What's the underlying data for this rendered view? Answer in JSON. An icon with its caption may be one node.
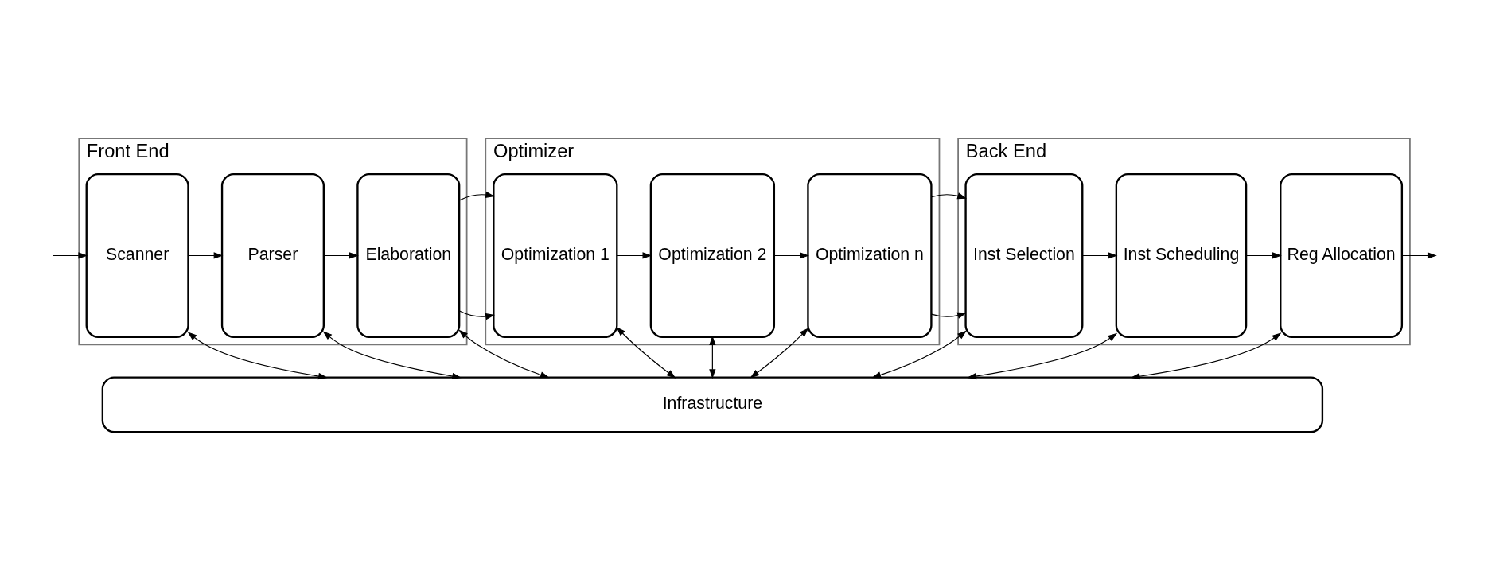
{
  "diagram": {
    "nodes": [
      {
        "text": [
          "Front End"
        ]
      },
      {
        "text": [
          "Scanner"
        ],
        "in": 0
      },
      {
        "text": [
          "Parser"
        ],
        "in": 0
      },
      {
        "text": [
          "Elaboration"
        ],
        "in": 0
      },
      {
        "text": [
          "Optimizer"
        ]
      },
      {
        "text": [
          "Optimization 1"
        ],
        "in": 4
      },
      {
        "text": [
          "Optimization 2"
        ],
        "in": 4
      },
      {
        "text": [
          "Optimization n"
        ],
        "in": 4
      },
      {
        "text": [
          "Back End"
        ]
      },
      {
        "text": [
          "Inst Selection"
        ],
        "in": 8
      },
      {
        "text": [
          "Inst Scheduling"
        ],
        "in": 8
      },
      {
        "text": [
          "Reg Allocation"
        ],
        "in": 8
      },
      {
        "text": [
          "Infrastructure"
        ]
      }
    ],
    "edges": [
      {
        "from": null,
        "to": 1,
        "arrow": "to"
      },
      {
        "from": 1,
        "to": 2,
        "arrow": "to"
      },
      {
        "from": 2,
        "to": 3,
        "arrow": "to"
      },
      {
        "from": 3,
        "to": 5,
        "arrow": "to"
      },
      {
        "from": 5,
        "to": 6,
        "arrow": "to"
      },
      {
        "from": 6,
        "to": 7,
        "arrow": "to"
      },
      {
        "from": 7,
        "to": 9,
        "arrow": "to"
      },
      {
        "from": 9,
        "to": 10,
        "arrow": "to"
      },
      {
        "from": 10,
        "to": 11,
        "arrow": "to"
      },
      {
        "from": 11,
        "to": null,
        "arrow": "to"
      },
      {
        "from": 1,
        "to": 12,
        "arrow": "both"
      },
      {
        "from": 2,
        "to": 12,
        "arrow": "both"
      },
      {
        "from": 3,
        "to": 12,
        "arrow": "both"
      },
      {
        "from": 5,
        "to": 12,
        "arrow": "both"
      },
      {
        "from": 6,
        "to": 12,
        "arrow": "both"
      },
      {
        "from": 7,
        "to": 12,
        "arrow": "both"
      },
      {
        "from": 9,
        "to": 12,
        "arrow": "both"
      },
      {
        "from": 10,
        "to": 12,
        "arrow": "both"
      },
      {
        "from": 11,
        "to": 12,
        "arrow": "both"
      }
    ]
  }
}
